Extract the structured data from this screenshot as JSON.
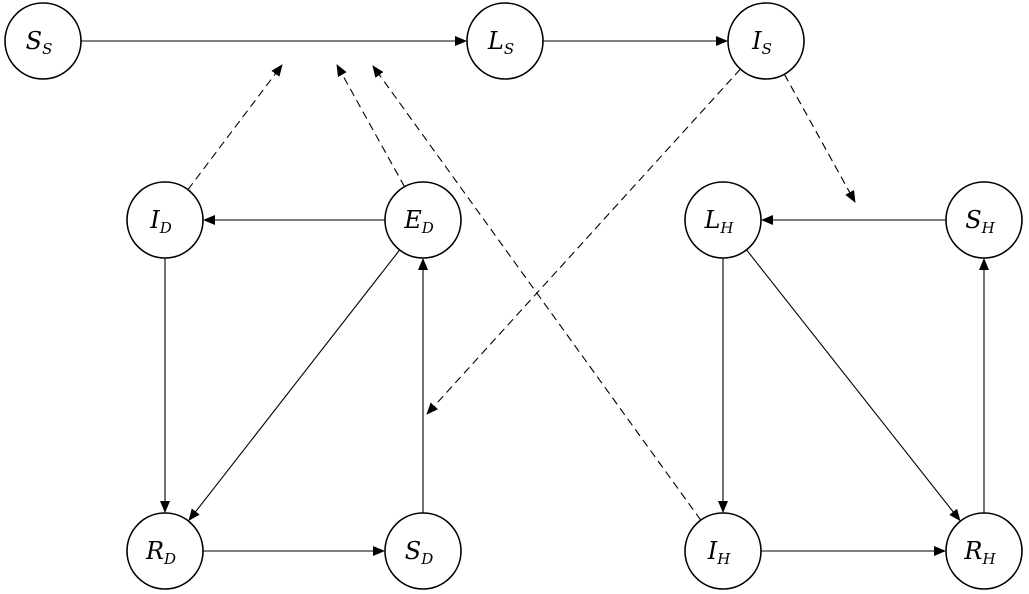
{
  "nodes": [
    {
      "id": "SS",
      "main": "S",
      "sub": "S"
    },
    {
      "id": "LS",
      "main": "L",
      "sub": "S"
    },
    {
      "id": "IS",
      "main": "I",
      "sub": "S"
    },
    {
      "id": "ID",
      "main": "I",
      "sub": "D"
    },
    {
      "id": "ED",
      "main": "E",
      "sub": "D"
    },
    {
      "id": "RD",
      "main": "R",
      "sub": "D"
    },
    {
      "id": "SD",
      "main": "S",
      "sub": "D"
    },
    {
      "id": "LH",
      "main": "L",
      "sub": "H"
    },
    {
      "id": "SH",
      "main": "S",
      "sub": "H"
    },
    {
      "id": "IH",
      "main": "I",
      "sub": "H"
    },
    {
      "id": "RH",
      "main": "R",
      "sub": "H"
    }
  ],
  "edges": [
    {
      "from": "SS",
      "to": "LS",
      "style": "solid"
    },
    {
      "from": "LS",
      "to": "IS",
      "style": "solid"
    },
    {
      "from": "ED",
      "to": "ID",
      "style": "solid"
    },
    {
      "from": "ID",
      "to": "RD",
      "style": "solid"
    },
    {
      "from": "ED",
      "to": "RD",
      "style": "solid"
    },
    {
      "from": "RD",
      "to": "SD",
      "style": "solid"
    },
    {
      "from": "SD",
      "to": "ED",
      "style": "solid"
    },
    {
      "from": "SH",
      "to": "LH",
      "style": "solid"
    },
    {
      "from": "LH",
      "to": "IH",
      "style": "solid"
    },
    {
      "from": "LH",
      "to": "RH",
      "style": "solid"
    },
    {
      "from": "IH",
      "to": "RH",
      "style": "solid"
    },
    {
      "from": "RH",
      "to": "SH",
      "style": "solid"
    },
    {
      "from": "ID",
      "to": "SS-LS",
      "style": "dashed"
    },
    {
      "from": "ED",
      "to": "SS-LS",
      "style": "dashed"
    },
    {
      "from": "IH",
      "to": "SS-LS",
      "style": "dashed"
    },
    {
      "from": "IS",
      "to": "SD-ED",
      "style": "dashed"
    },
    {
      "from": "IS",
      "to": "SH-LH",
      "style": "dashed"
    }
  ]
}
